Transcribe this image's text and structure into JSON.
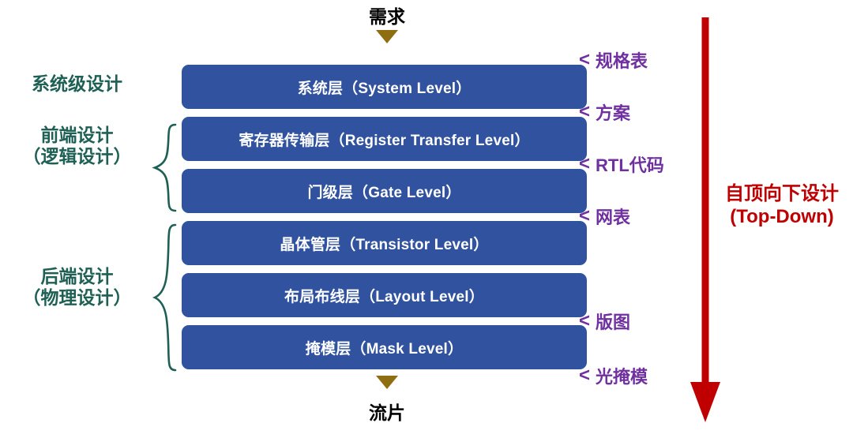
{
  "colors": {
    "box_blue": "#30529F",
    "group_green": "#1F6055",
    "note_purple": "#7030A0",
    "arrow_red": "#C00000",
    "triangle_gold": "#8F6E12",
    "caption_black": "#000000",
    "background": "#FFFFFF"
  },
  "flow": {
    "top_caption": "需求",
    "bottom_caption": "流片",
    "top_arrow_icon": "triangle-down-icon",
    "bottom_arrow_icon": "triangle-down-icon"
  },
  "layers": [
    {
      "id": "system-level",
      "label": "系统层（System Level）"
    },
    {
      "id": "register-transfer-level",
      "label": "寄存器传输层（Register Transfer Level）"
    },
    {
      "id": "gate-level",
      "label": "门级层（Gate Level）"
    },
    {
      "id": "transistor-level",
      "label": "晶体管层（Transistor Level）"
    },
    {
      "id": "layout-level",
      "label": "布局布线层（Layout Level）"
    },
    {
      "id": "mask-level",
      "label": "掩模层（Mask Level）"
    }
  ],
  "groups": [
    {
      "id": "system-design",
      "line1": "系统级设计",
      "line2": "",
      "has_brace": false
    },
    {
      "id": "frontend-design",
      "line1": "前端设计",
      "line2": "（逻辑设计）",
      "has_brace": true
    },
    {
      "id": "backend-design",
      "line1": "后端设计",
      "line2": "（物理设计）",
      "has_brace": true
    }
  ],
  "artifacts": [
    {
      "id": "spec",
      "marker": "<",
      "label": "规格表"
    },
    {
      "id": "scheme",
      "marker": "<",
      "label": "方案"
    },
    {
      "id": "rtl-code",
      "marker": "<",
      "label": "RTL代码"
    },
    {
      "id": "netlist",
      "marker": "<",
      "label": "网表"
    },
    {
      "id": "layout",
      "marker": "<",
      "label": "版图"
    },
    {
      "id": "photomask",
      "marker": "<",
      "label": "光掩模"
    }
  ],
  "topdown": {
    "line1": "自顶向下设计",
    "line2": "(Top-Down)",
    "arrow_icon": "arrow-down-icon"
  }
}
